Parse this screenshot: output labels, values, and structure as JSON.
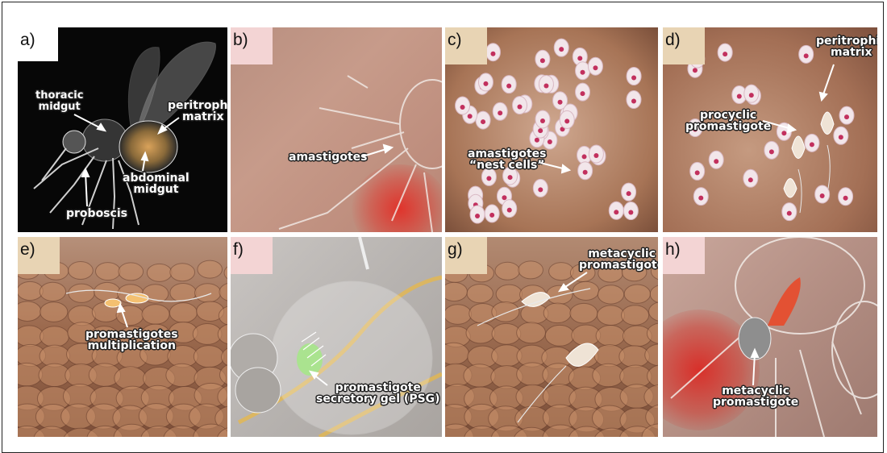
{
  "colors": {
    "frame": "#222222",
    "label_text": "#ffffff",
    "panel_a_bg": "#070707",
    "tag_pink": "#f3d4d4",
    "tag_tan": "#e8d4b4"
  },
  "panels": {
    "a": {
      "tag": "a)",
      "labels": {
        "thoracic": "thoracic\nmidgut",
        "peritrophic": "peritrophic\nmatrix",
        "abdominal": "abdominal\nmidgut",
        "proboscis": "proboscis"
      }
    },
    "b": {
      "tag": "b)",
      "labels": {
        "amastigotes": "amastigotes"
      }
    },
    "c": {
      "tag": "c)",
      "labels": {
        "amastigotes": "amastigotes\n“nest cells”"
      }
    },
    "d": {
      "tag": "d)",
      "labels": {
        "peritrophic": "peritrophic\nmatrix",
        "procyclic": "procyclic\npromastigote"
      }
    },
    "e": {
      "tag": "e)",
      "labels": {
        "promastigotes": "promastigotes\nmultiplication"
      }
    },
    "f": {
      "tag": "f)",
      "labels": {
        "psg": "promastigote\nsecretory gel (PSG)"
      }
    },
    "g": {
      "tag": "g)",
      "labels": {
        "metacyclic": "metacyclic\npromastigote"
      }
    },
    "h": {
      "tag": "h)",
      "labels": {
        "metacyclic": "metacyclic\npromastigote"
      }
    }
  }
}
